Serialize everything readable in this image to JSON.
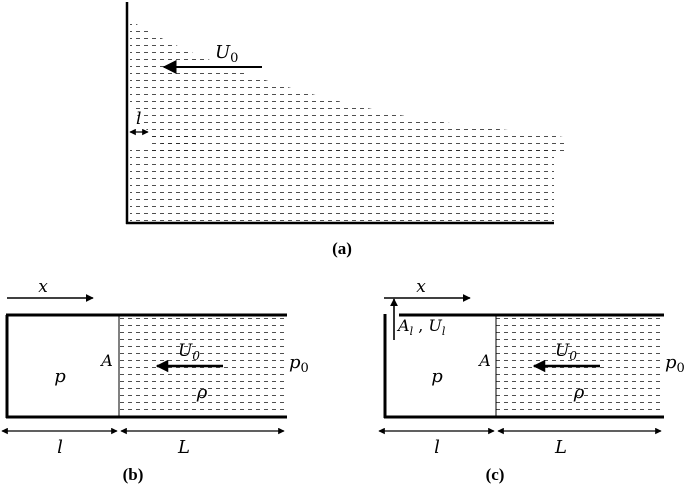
{
  "panel_a": {
    "caption": "(a)",
    "velocity": "U",
    "velocity_sub": "0",
    "gap": "l"
  },
  "panel_b": {
    "caption": "(b)",
    "axis": "x",
    "pressure": "p",
    "area": "A",
    "velocity": "U",
    "velocity_sub": "0",
    "density": "ρ",
    "outlet_pressure": "p",
    "outlet_sub": "0",
    "gap": "l",
    "length": "L"
  },
  "panel_c": {
    "caption": "(c)",
    "axis": "x",
    "leak_area": "A",
    "leak_area_sub": "l",
    "leak_sep": ",",
    "leak_velocity": "U",
    "leak_velocity_sub": "l",
    "pressure": "p",
    "area": "A",
    "velocity": "U",
    "velocity_sub": "0",
    "density": "ρ",
    "outlet_pressure": "p",
    "outlet_sub": "0",
    "gap": "l",
    "length": "L"
  }
}
